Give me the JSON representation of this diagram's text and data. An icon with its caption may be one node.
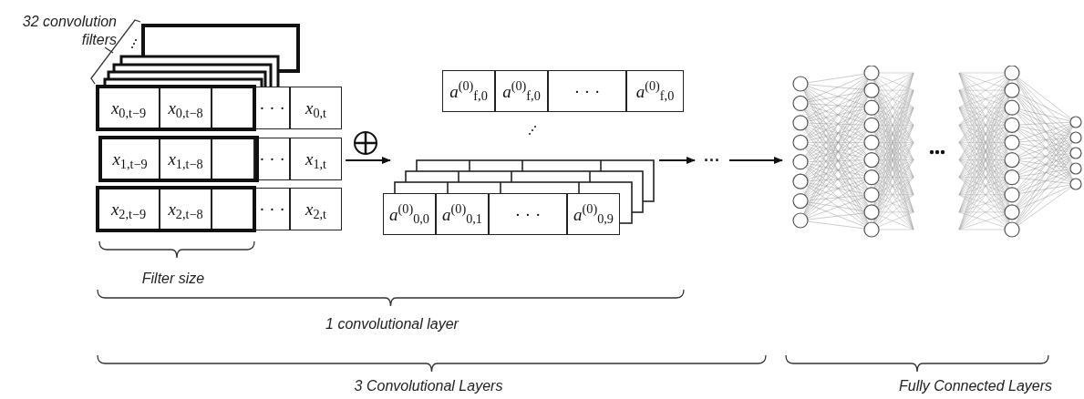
{
  "diagram": {
    "nodes": [
      {
        "text": [
          "*x*$_{0,t−9}$"
        ]
      },
      {
        "text": [
          "*x*$_{0,t−8}$"
        ]
      },
      {
        "text": [],
        "shape": "box"
      },
      {
        "text": [
          "· · ·"
        ]
      },
      {
        "text": [
          "*x*$_{0,t}$"
        ]
      },
      {
        "text": [
          "*x*$_{1,t−9}$"
        ]
      },
      {
        "text": [
          "*x*$_{1,t−8}$"
        ]
      },
      {
        "text": [],
        "shape": "box"
      },
      {
        "text": [
          "· · ·"
        ]
      },
      {
        "text": [
          "*x*$_{1,t}$"
        ]
      },
      {
        "text": [
          "*x*$_{2,t−9}$"
        ]
      },
      {
        "text": [
          "*x*$_{2,t−8}$"
        ]
      },
      {
        "text": [],
        "shape": "box"
      },
      {
        "text": [
          "· · ·"
        ]
      },
      {
        "text": [
          "*x*$_{2,t}$"
        ]
      },
      {
        "text": [
          "*a*$^{(0)}$$_{f,0}$"
        ]
      },
      {
        "text": [
          "*a*$^{(0)}$$_{f,0}$"
        ]
      },
      {
        "text": [
          "· · ·"
        ]
      },
      {
        "text": [
          "*a*$^{(0)}$$_{f,0}$"
        ]
      },
      {
        "text": [],
        "shape": "box"
      },
      {
        "text": [
          "*a*$^{(0)}$$_{0,0}$"
        ]
      },
      {
        "text": [
          "*a*$^{(0)}$$_{0,1}$"
        ]
      },
      {
        "text": [
          "· · ·"
        ]
      },
      {
        "text": [
          "*a*$^{(0)}$$_{0,9}$"
        ]
      },
      {
        "text": [
          "···"
        ]
      },
      {
        "text": [],
        "shape": "picture"
      }
    ],
    "edges": [
      {
        "from": 9,
        "to": 19,
        "arrow": "to"
      },
      {
        "from": 19,
        "to": 24,
        "arrow": "to"
      },
      {
        "from": 24,
        "to": 25,
        "arrow": "to"
      }
    ],
    "labels": [
      "32 convolution filters",
      "Filter size",
      "1 convolutional layer",
      "3 Convolutional Layers",
      "Fully Connected Layers"
    ]
  }
}
